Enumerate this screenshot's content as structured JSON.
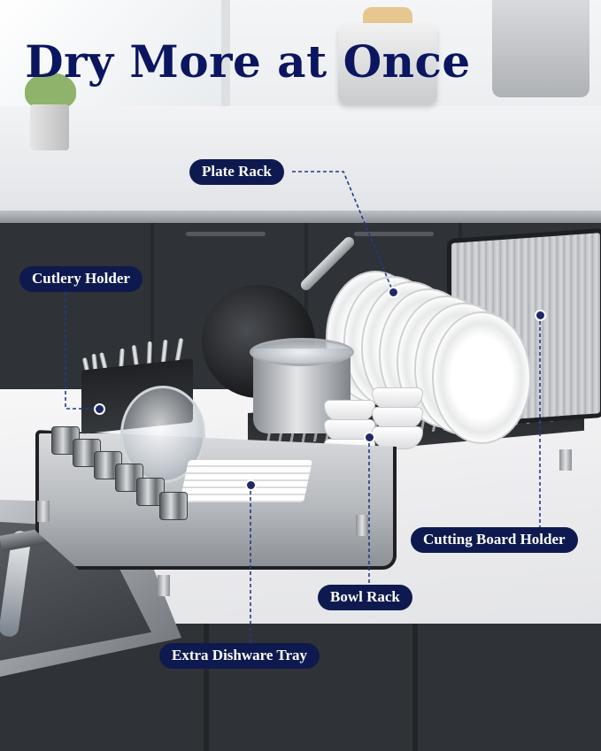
{
  "headline": "Dry More at Once",
  "labels": {
    "plate_rack": "Plate Rack",
    "cutlery_holder": "Cutlery Holder",
    "cutting_board_holder": "Cutting Board Holder",
    "bowl_rack": "Bowl Rack",
    "extra_dishware_tray": "Extra Dishware Tray"
  },
  "colors": {
    "label_background": "#0e1a4f",
    "headline_text": "#0b1560",
    "leader_line": "#223a8a"
  }
}
